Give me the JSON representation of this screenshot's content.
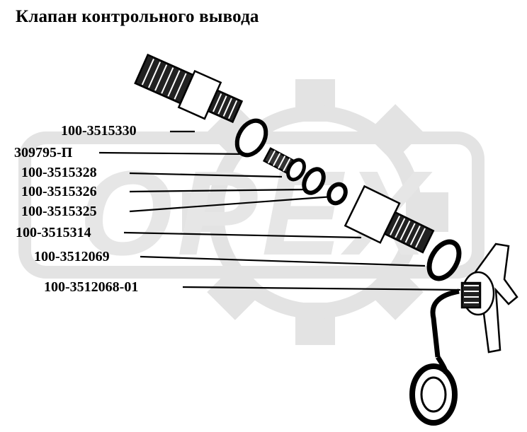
{
  "title": "Клапан контрольного вывода",
  "watermark": "ОРЕХ",
  "parts": [
    {
      "number": "100-3515330"
    },
    {
      "number": "309795-П"
    },
    {
      "number": "100-3515328"
    },
    {
      "number": "100-3515326"
    },
    {
      "number": "100-3515325"
    },
    {
      "number": "100-3515314"
    },
    {
      "number": "100-3512069"
    },
    {
      "number": "100-3512068-01"
    }
  ]
}
